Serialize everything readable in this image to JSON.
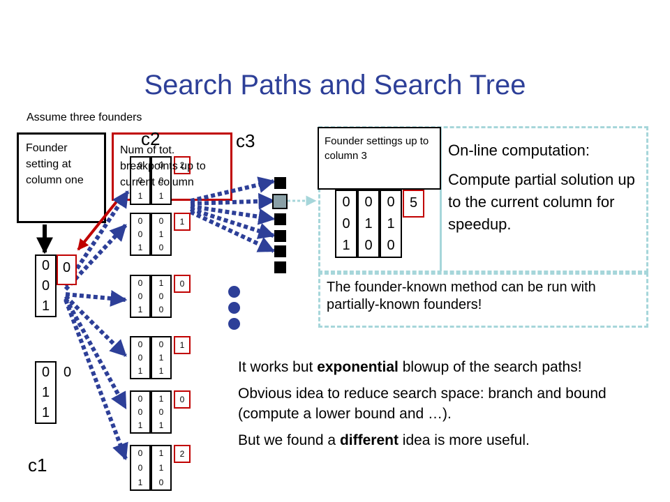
{
  "title": "Search Paths and Search Tree",
  "assume_label": "Assume three founders",
  "founder_box_text": "Founder setting at column one",
  "num_breakpoints_text": "Num of tot. breakpoints up to current column",
  "label_c1": "c1",
  "label_c2": "c2",
  "label_c3": "c3",
  "c1_columns": [
    {
      "digits": [
        "0",
        "0",
        "1"
      ],
      "count": "0"
    },
    {
      "digits": [
        "0",
        "1",
        "1"
      ],
      "count": "0"
    }
  ],
  "c2_rows": [
    {
      "col1": [
        "0",
        "0",
        "1"
      ],
      "col2": [
        "0",
        "0",
        "1"
      ],
      "count": "2"
    },
    {
      "col1": [
        "0",
        "0",
        "1"
      ],
      "col2": [
        "0",
        "1",
        "0"
      ],
      "count": "1"
    },
    {
      "col1": [
        "0",
        "0",
        "1"
      ],
      "col2": [
        "1",
        "0",
        "0"
      ],
      "count": "0"
    },
    {
      "col1": [
        "0",
        "0",
        "1"
      ],
      "col2": [
        "0",
        "1",
        "1"
      ],
      "count": "1"
    },
    {
      "col1": [
        "0",
        "0",
        "1"
      ],
      "col2": [
        "1",
        "0",
        "1"
      ],
      "count": "0"
    },
    {
      "col1": [
        "0",
        "0",
        "1"
      ],
      "col2": [
        "1",
        "1",
        "0"
      ],
      "count": "2"
    }
  ],
  "founder_settings_label": "Founder settings up to column 3",
  "founder_settings_columns": [
    [
      "0",
      "0",
      "1"
    ],
    [
      "0",
      "1",
      "0"
    ],
    [
      "0",
      "1",
      "0"
    ]
  ],
  "founder_settings_count": "5",
  "online_title": "On-line computation:",
  "online_body": "Compute partial solution up to the current column for speedup.",
  "founder_known_note": "The founder-known method can be run with partially-known founders!",
  "bottom_text": {
    "p1_before": "It works but ",
    "p1_bold": "exponential",
    "p1_after": " blowup of the search paths!",
    "p2": "Obvious idea to reduce search space: branch and bound (compute a lower bound and …).",
    "p3_before": "But we found a ",
    "p3_bold": "different",
    "p3_after": " idea is more useful."
  },
  "colors": {
    "title": "#2d3f98",
    "red": "#c00000",
    "blue": "#2d3f98",
    "panel": "#a6d6da"
  }
}
